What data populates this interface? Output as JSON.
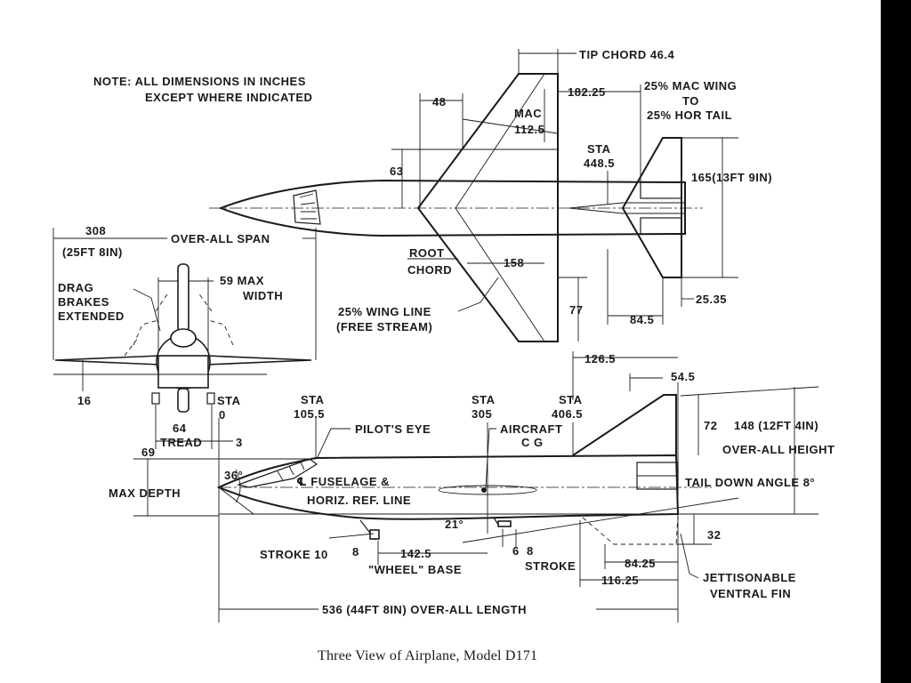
{
  "note": [
    "NOTE: ALL DIMENSIONS IN INCHES",
    "EXCEPT WHERE INDICATED"
  ],
  "top_view": {
    "tip_chord": "TIP CHORD 46.4",
    "dim_182": "182.25",
    "mac_wing": [
      "25% MAC WING",
      "TO",
      "25% HOR TAIL"
    ],
    "dim_48": "48",
    "mac": [
      "MAC",
      "112.5"
    ],
    "sta_448": [
      "STA",
      "448.5"
    ],
    "dim_63": "63",
    "tail_span": "165(13FT 9IN)",
    "root_chord": [
      "ROOT",
      "CHORD"
    ],
    "dim_158": "158",
    "wing_line": [
      "25% WING LINE",
      "(FREE STREAM)"
    ],
    "dim_77": "77",
    "dim_845": "84.5",
    "dim_2535": "25.35"
  },
  "front_view": {
    "span": [
      "308",
      "(25FT 8IN)",
      "OVER-ALL SPAN"
    ],
    "drag_brakes": [
      "DRAG",
      "BRAKES",
      "EXTENDED"
    ],
    "max_width": [
      "59 MAX",
      "WIDTH"
    ],
    "dim_16": "16",
    "sta_0": [
      "STA",
      "0"
    ],
    "tread": [
      "64",
      "TREAD"
    ],
    "dim_3": "3"
  },
  "side_view": {
    "dim_1265": "126.5",
    "dim_545": "54.5",
    "sta_105": [
      "STA",
      "105.5"
    ],
    "sta_305": [
      "STA",
      "305"
    ],
    "sta_406": [
      "STA",
      "406.5"
    ],
    "dim_72": "72",
    "height": [
      "148 (12FT 4IN)",
      "OVER-ALL HEIGHT"
    ],
    "pilot_eye": "PILOT'S EYE",
    "aircraft_cg": [
      "AIRCRAFT",
      "C G"
    ],
    "dim_69": "69",
    "max_depth": "MAX DEPTH",
    "angle_36": "36°",
    "fuselage_ref": [
      "℄ FUSELAGE &",
      "HORIZ. REF. LINE"
    ],
    "tail_down": "TAIL DOWN ANGLE 8°",
    "angle_21": "21°",
    "dim_32": "32",
    "stroke_10": "STROKE 10",
    "dim_8a": "8",
    "dim_1425": "142.5",
    "wheel_base": "\"WHEEL\" BASE",
    "dim_6": "6",
    "dim_8b": "8",
    "stroke": "STROKE",
    "dim_8425": "84.25",
    "dim_11625": "116.25",
    "ventral_fin": [
      "JETTISONABLE",
      "VENTRAL FIN"
    ],
    "overall_length": "536 (44FT 8IN)  OVER-ALL  LENGTH"
  },
  "caption": "Three View of Airplane, Model D171"
}
